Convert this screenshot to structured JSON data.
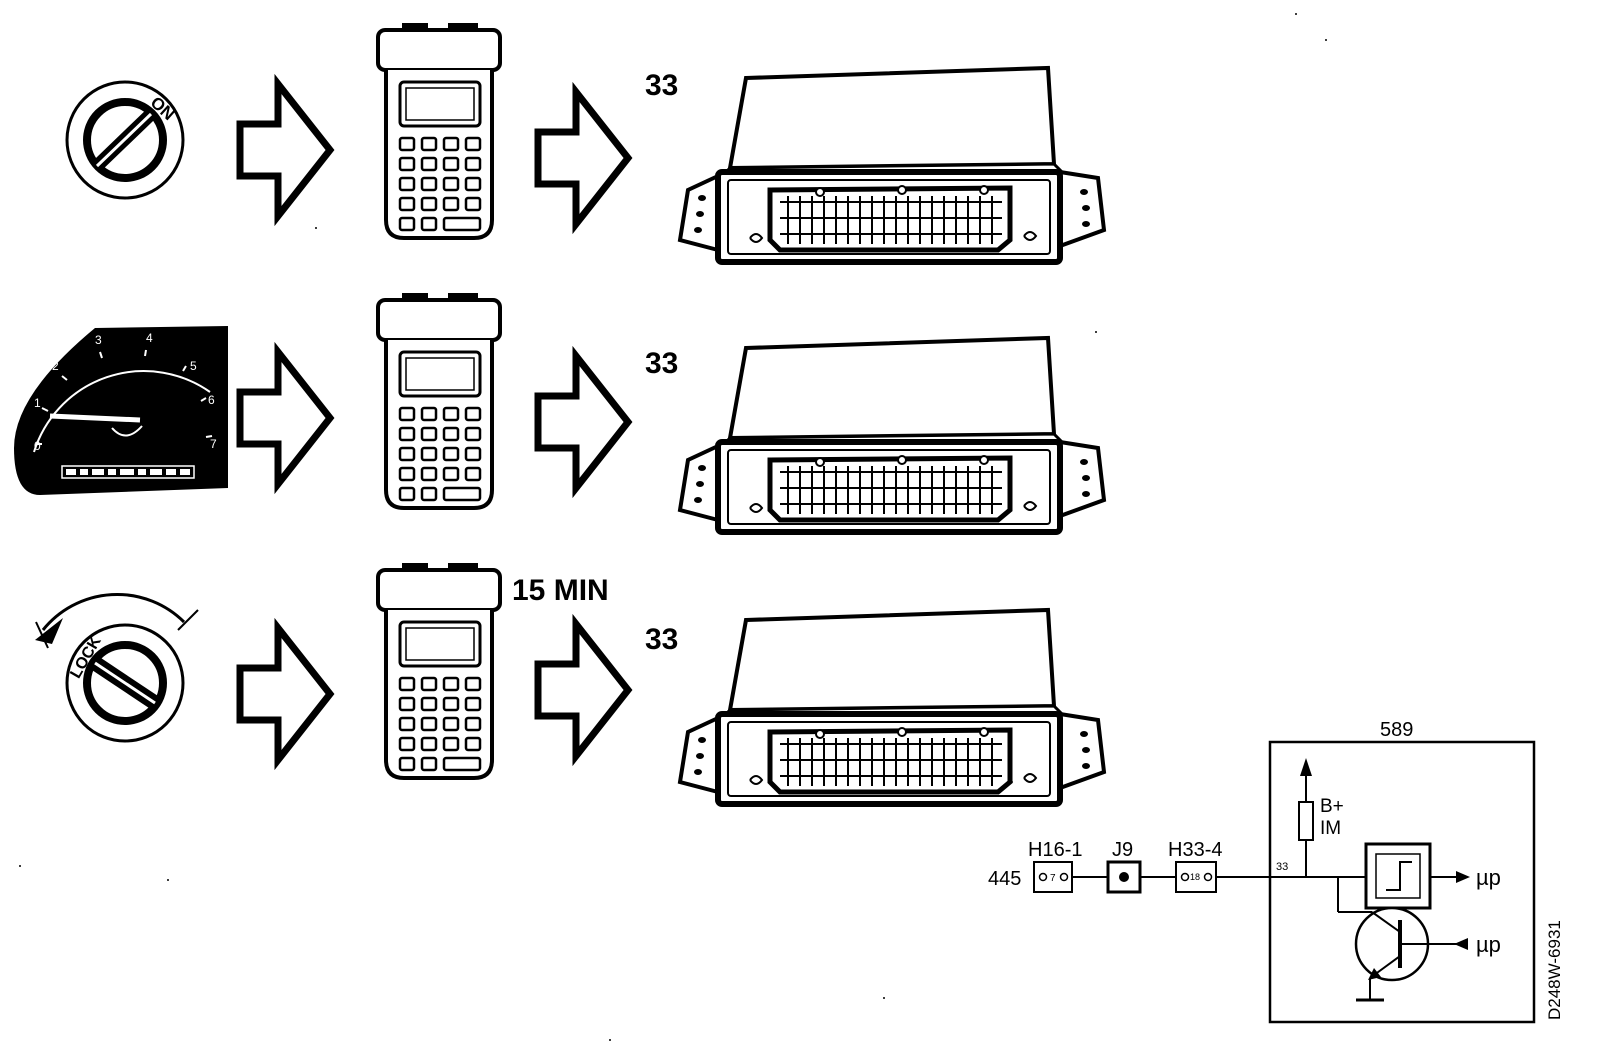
{
  "rows": [
    {
      "switch_label": "ON",
      "ecu_label": "33"
    },
    {
      "ecu_label": "33"
    },
    {
      "switch_label": "LOCK",
      "ecu_label": "33",
      "duration_label": "15 MIN"
    }
  ],
  "tachometer": {
    "ticks": [
      "0",
      "1",
      "2",
      "3",
      "4",
      "5",
      "6",
      "7"
    ]
  },
  "circuit": {
    "module_id": "589",
    "wire_number": "445",
    "connector_1": "H16-1",
    "connector_1_pin": "7",
    "junction": "J9",
    "connector_2": "H33-4",
    "connector_2_pin": "18",
    "module_pin": "33",
    "supply_label_1": "B+",
    "supply_label_2": "IM",
    "output_label": "µp",
    "input_label": "µp"
  },
  "figure_code": "D248W-6931"
}
